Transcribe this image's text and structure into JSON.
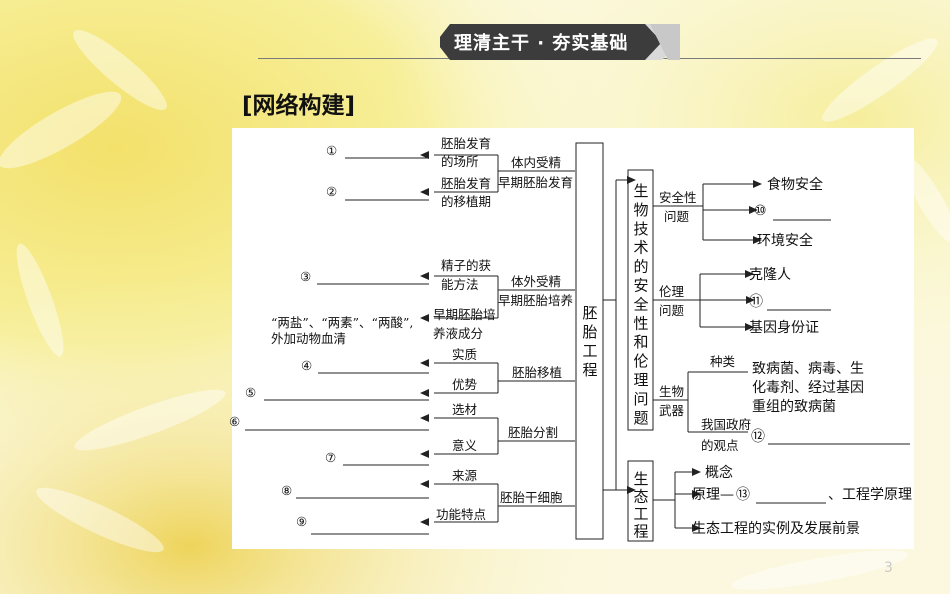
{
  "header": {
    "banner_text": "理清主干 · 夯实基础"
  },
  "section_title": "[网络构建]",
  "page_number": "3",
  "colors": {
    "banner_dark": "#3c3c3c",
    "banner_light": "#d6d6d6",
    "line": "#222222"
  },
  "diagram": {
    "center": "胚胎工程",
    "ethics_box": "生物技术的安全性和伦理问题",
    "eco_box": "生态工程",
    "branches": {
      "in_vivo": "体内受精",
      "early_dev": "早期胚胎发育",
      "in_vitro": "体外受精",
      "early_culture": "早期胚胎培养",
      "transfer": "胚胎移植",
      "split": "胚胎分割",
      "stem": "胚胎干细胞"
    },
    "leaves": {
      "place1": "胚胎发育",
      "place2": "的场所",
      "implant1": "胚胎发育",
      "implant2": "的移植期",
      "sperm1": "精子的获",
      "sperm2": "能方法",
      "medium1": "早期胚胎培",
      "medium2": "养液成分",
      "medium_note1": "“两盐”、“两素”、“两酸”,",
      "medium_note2": "外加动物血清",
      "essence": "实质",
      "advantage": "优势",
      "select_material": "选材",
      "meaning": "意义",
      "source": "来源",
      "features": "功能特点"
    },
    "blanks": [
      "①",
      "②",
      "③",
      "④",
      "⑤",
      "⑥",
      "⑦",
      "⑧",
      "⑨",
      "⑩",
      "⑪",
      "⑫",
      "⑬"
    ],
    "safety": {
      "label1": "安全性",
      "label2": "问题",
      "food": "食物安全",
      "env": "环境安全"
    },
    "ethics": {
      "label1": "伦理",
      "label2": "问题",
      "clone": "克隆人",
      "gene_id": "基因身份证"
    },
    "bioweapon": {
      "label1": "生物",
      "label2": "武器",
      "kind": "种类",
      "kind_text1": "致病菌、病毒、生",
      "kind_text2": "化毒剂、经过基因",
      "kind_text3": "重组的致病菌",
      "view1": "我国政府",
      "view2": "的观点"
    },
    "eco": {
      "concept": "概念",
      "principle_prefix": "原理—",
      "principle_suffix": "、工程学原理",
      "examples": "生态工程的实例及发展前景"
    }
  }
}
